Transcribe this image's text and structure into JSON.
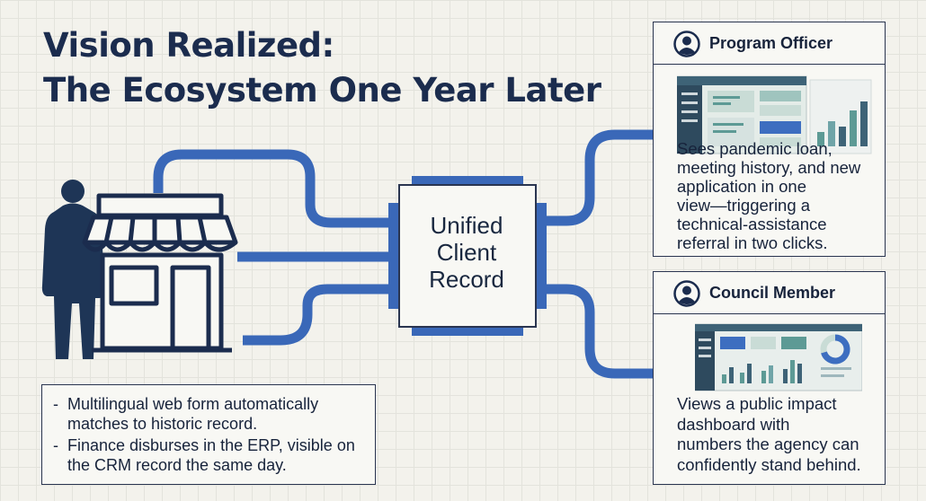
{
  "title": {
    "line1": "Vision Realized:",
    "line2": "The Ecosystem One Year Later"
  },
  "hub": {
    "line1": "Unified",
    "line2": "Client",
    "line3": "Record"
  },
  "program_officer": {
    "title": "Program Officer",
    "lines": [
      "Sees pandemic loan,",
      "meeting history, and new",
      "application in one",
      "view—triggering a",
      "technical-assistance",
      "referral in two clicks."
    ]
  },
  "council_member": {
    "title": "Council Member",
    "lines": [
      "Views a public impact",
      "dashboard with",
      "numbers the agency can",
      "confidently stand behind."
    ]
  },
  "notes": [
    [
      "Multilingual web form automatically",
      "matches to historic record."
    ],
    [
      "Finance disburses in the ERP, visible on",
      "the CRM record the same day."
    ]
  ],
  "icons": {
    "person": "person-silhouette-icon",
    "store": "storefront-icon",
    "avatar": "user-avatar-icon",
    "dashboard": "dashboard-icon",
    "bar_chart": "bar-chart-icon",
    "donut": "donut-chart-icon"
  },
  "colors": {
    "connector": "#3a68b8",
    "ink": "#1b2c4e",
    "silhouette": "#1e3556",
    "accent_teal": "#5d9a95",
    "accent_blue": "#3d6ec0"
  }
}
